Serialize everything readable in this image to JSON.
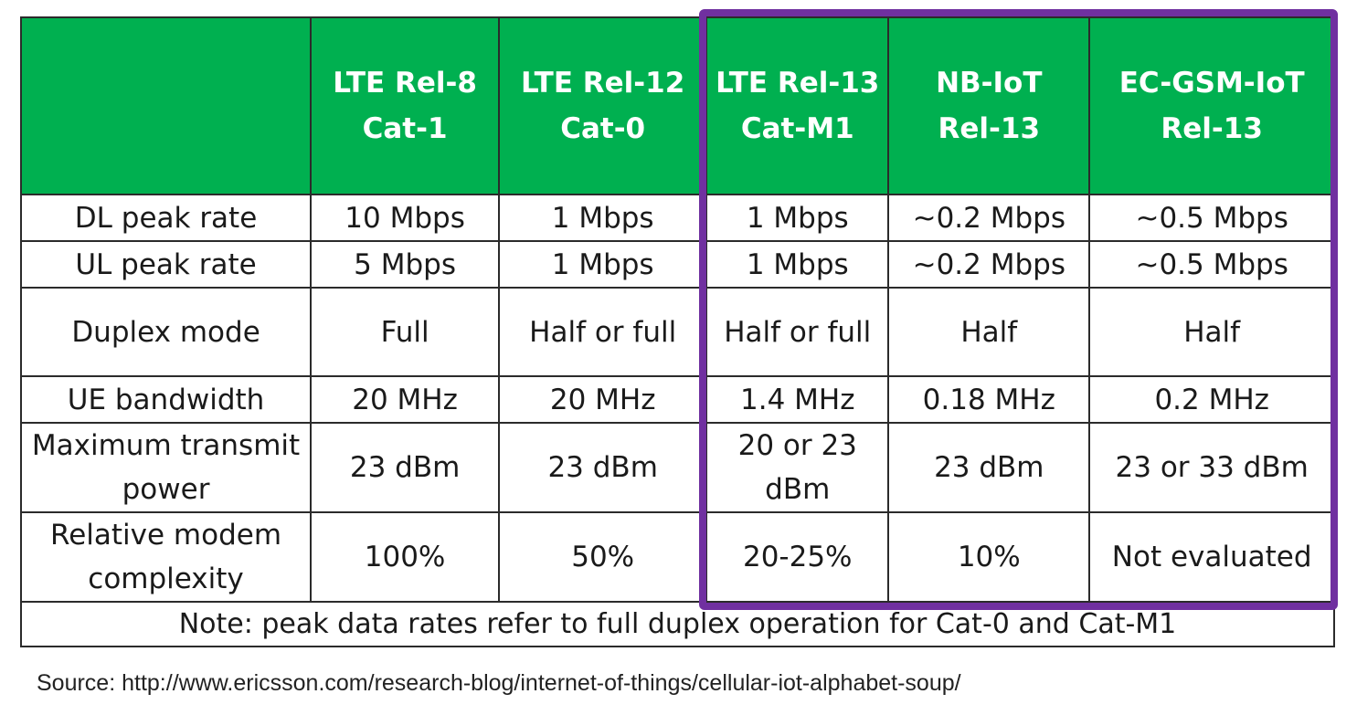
{
  "table": {
    "header": {
      "corner": "",
      "columns": [
        {
          "line1": "LTE Rel-8",
          "line2": "Cat-1"
        },
        {
          "line1": "LTE Rel-12",
          "line2": "Cat-0"
        },
        {
          "line1": "LTE Rel-13",
          "line2": "Cat-M1"
        },
        {
          "line1": "NB-IoT",
          "line2": "Rel-13"
        },
        {
          "line1": "EC-GSM-IoT",
          "line2": "Rel-13"
        }
      ]
    },
    "rows": [
      {
        "label": "DL peak rate",
        "cells": [
          "10 Mbps",
          "1 Mbps",
          "1 Mbps",
          "~0.2 Mbps",
          "~0.5 Mbps"
        ]
      },
      {
        "label": "UL peak rate",
        "cells": [
          "5 Mbps",
          "1 Mbps",
          "1 Mbps",
          "~0.2 Mbps",
          "~0.5 Mbps"
        ]
      },
      {
        "label": "Duplex mode",
        "cells": [
          "Full",
          "Half or full",
          "Half or full",
          "Half",
          "Half"
        ]
      },
      {
        "label": "UE bandwidth",
        "cells": [
          "20 MHz",
          "20 MHz",
          "1.4 MHz",
          "0.18 MHz",
          "0.2 MHz"
        ]
      },
      {
        "label": "Maximum transmit power",
        "cells": [
          "23 dBm",
          "23 dBm",
          "20 or 23 dBm",
          "23 dBm",
          "23 or 33 dBm"
        ]
      },
      {
        "label": "Relative modem complexity",
        "cells": [
          "100%",
          "50%",
          "20-25%",
          "10%",
          "Not evaluated"
        ]
      }
    ],
    "note": "Note: peak data rates refer to full duplex operation for Cat-0 and Cat-M1"
  },
  "source": "Source: http://www.ericsson.com/research-blog/internet-of-things/cellular-iot-alphabet-soup/",
  "colors": {
    "header_fill": "#00b050",
    "header_text": "#ffffff",
    "highlight_border": "#7030a0",
    "grid_lines": "#2b2b2b"
  }
}
